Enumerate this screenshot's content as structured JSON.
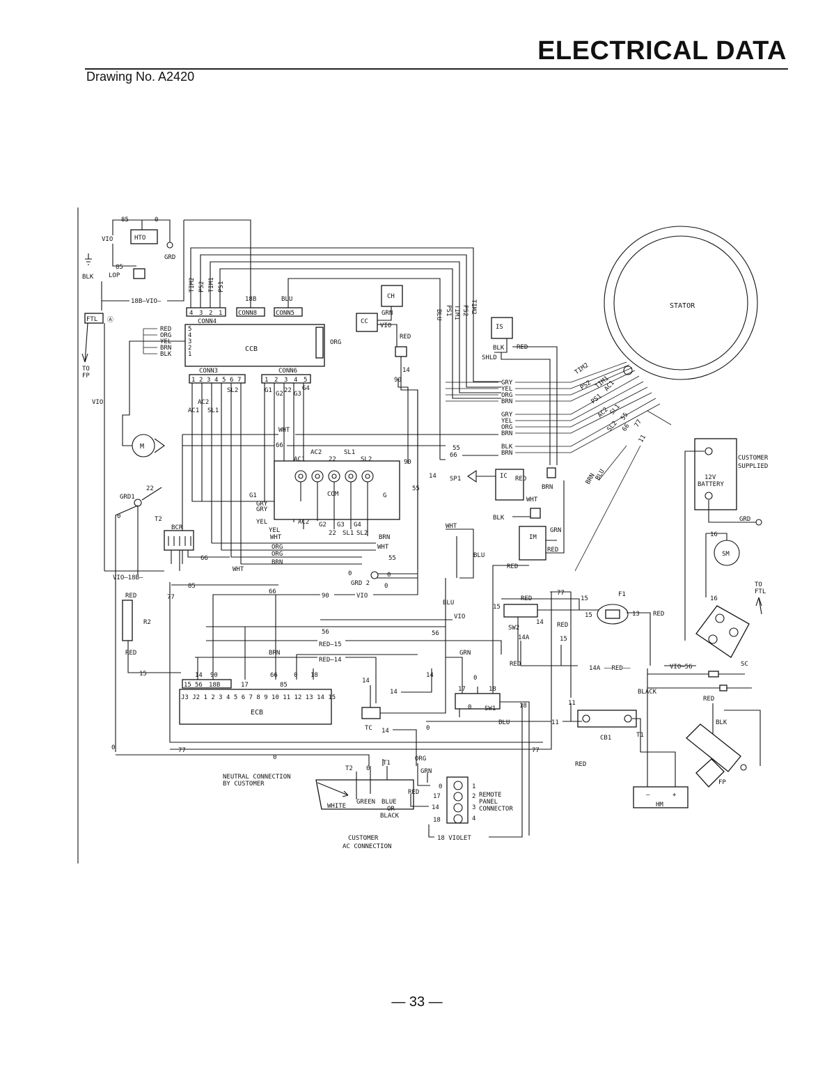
{
  "header": {
    "title": "ELECTRICAL DATA",
    "drawing_no": "Drawing No. A2420"
  },
  "page_number": "— 33 —",
  "components": {
    "hto": "HTO",
    "grd": "GRD",
    "vio": "VIO",
    "blk": "BLK",
    "lop": "LOP",
    "ftl": "FTL",
    "a_mark": "Ⓐ",
    "to_fp": "TO",
    "fp_short": "FP",
    "m": "M",
    "grd1": "GRD1",
    "t2": "T2",
    "bcr": "BCR",
    "r2": "R2",
    "red": "RED",
    "ccb": "CCB",
    "conn4": "CONN4",
    "conn3": "CONN3",
    "conn6": "CONN6",
    "conn8": "CONN8",
    "conn5": "CONN5",
    "ch": "CH",
    "cc": "CC",
    "is": "IS",
    "shld": "SHLD",
    "stator": "STATOR",
    "sp1": "SP1",
    "ic": "IC",
    "im": "IM",
    "sm": "SM",
    "customer_supplied": "CUSTOMER SUPPLIED",
    "battery_12v": "12V",
    "battery": "BATTERY",
    "to_ftl_top": "TO",
    "to_ftl_bot": "FTL",
    "sc": "SC",
    "f1": "F1",
    "sw2": "SW2",
    "sw1": "SW1",
    "cb1": "CB1",
    "t1": "T1",
    "black": "BLACK",
    "fp": "FP",
    "hm": "HM",
    "ecb": "ECB",
    "j3j2": "J3 J2 1 2 3 4 5 6 7 8 9 10 11 12 13 14 15",
    "tc": "TC",
    "com": "COM",
    "g": "G",
    "neutral_1": "NEUTRAL CONNECTION",
    "neutral_2": "BY CUSTOMER",
    "white": "WHITE",
    "green": "GREEN",
    "blue": "BLUE",
    "or": "OR",
    "black_ac": "BLACK",
    "customer_ac_1": "CUSTOMER",
    "customer_ac_2": "AC CONNECTION",
    "remote_1": "REMOTE",
    "remote_2": "PANEL",
    "remote_3": "CONNECTOR",
    "violet_18": "18 VIOLET",
    "brn": "BRN",
    "wht": "WHT",
    "blu": "BLU",
    "grn": "GRN",
    "orh": "ORG"
  },
  "conn4_pins": [
    "4",
    "3",
    "2",
    "1"
  ],
  "conn3_pins": [
    "1",
    "2",
    "3",
    "4",
    "5",
    "6",
    "7"
  ],
  "conn6_pins": [
    "1",
    "2",
    "3",
    "4",
    "5"
  ],
  "ccb_left_wires": [
    "RED",
    "ORG",
    "YEL",
    "BRN",
    "BLK"
  ],
  "ccb_left_pins": [
    "5",
    "4",
    "3",
    "2",
    "1"
  ],
  "stator_wires_left": [
    "GRY",
    "YEL",
    "ORG",
    "BRN",
    "GRY",
    "YEL",
    "ORG",
    "BRN",
    "BLK",
    "BRN"
  ],
  "stator_leads": [
    "TIM2",
    "PS2",
    "TIM1",
    "PS1",
    "AC1",
    "AC2",
    "SL1",
    "SL2",
    "55",
    "66",
    "77",
    "11"
  ],
  "top_leads": [
    "TIM2",
    "PS2",
    "TIM1",
    "PS1"
  ],
  "wire_numbers": [
    "85",
    "0",
    "18B",
    "22",
    "66",
    "55",
    "90",
    "14",
    "56",
    "15",
    "14A",
    "13",
    "16",
    "17",
    "18",
    "77",
    "11",
    "2"
  ]
}
